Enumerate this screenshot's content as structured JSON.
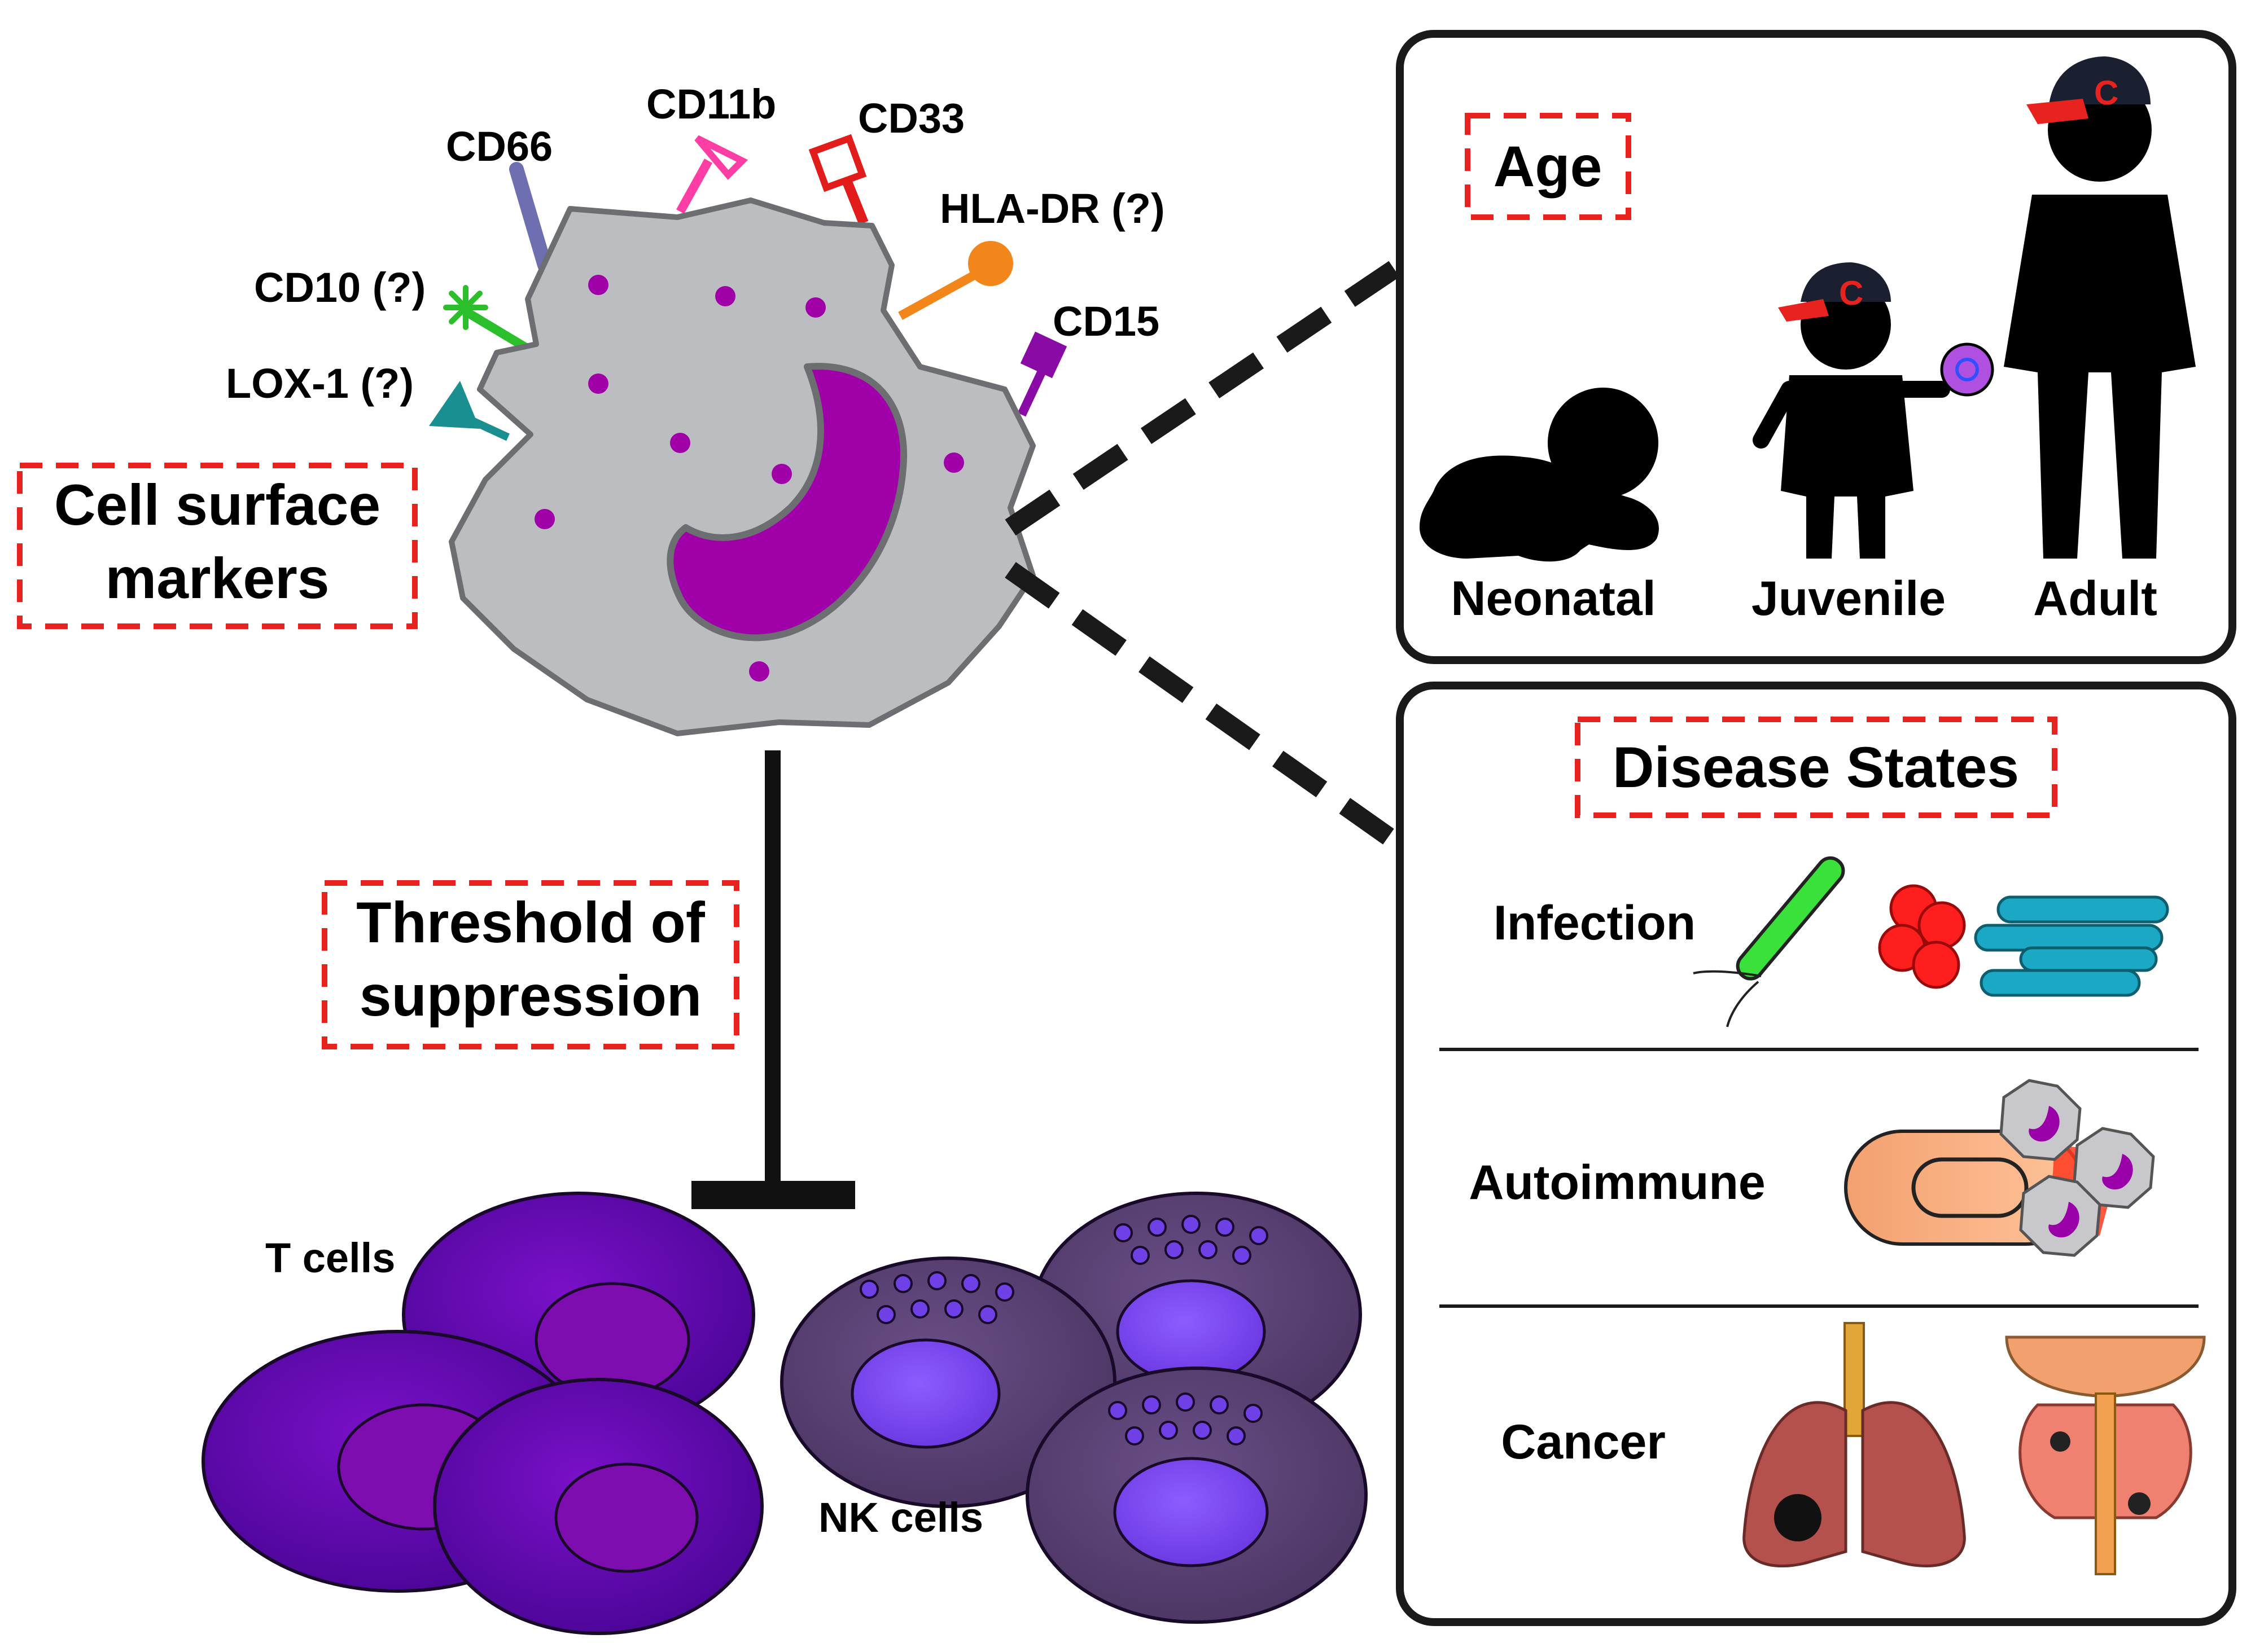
{
  "markers": {
    "cd66": "CD66",
    "cd11b": "CD11b",
    "cd33": "CD33",
    "hla_dr": "HLA-DR (?)",
    "cd10": "CD10 (?)",
    "cd15": "CD15",
    "lox1": "LOX-1 (?)"
  },
  "boxes": {
    "cell_surface_line1": "Cell surface",
    "cell_surface_line2": "markers",
    "threshold_line1": "Threshold of",
    "threshold_line2": "suppression"
  },
  "target_cells": {
    "t_cells": "T cells",
    "nk_cells": "NK cells"
  },
  "age_panel": {
    "title": "Age",
    "neonatal": "Neonatal",
    "juvenile": "Juvenile",
    "adult": "Adult"
  },
  "disease_panel": {
    "title": "Disease States",
    "infection": "Infection",
    "autoimmune": "Autoimmune",
    "cancer": "Cancer"
  },
  "colors": {
    "dashed_box": "#e8231f",
    "mdsc_body": "#bcbdc0",
    "mdsc_nucleus": "#a000a8",
    "t_cell": "#5a0aa6",
    "nk_cell": "#56406e",
    "nk_nucleus": "#6f40e6",
    "bacteria_rod": "#1aa8c4",
    "cocci": "#ff1e1e",
    "bacillus": "#3be13b"
  }
}
